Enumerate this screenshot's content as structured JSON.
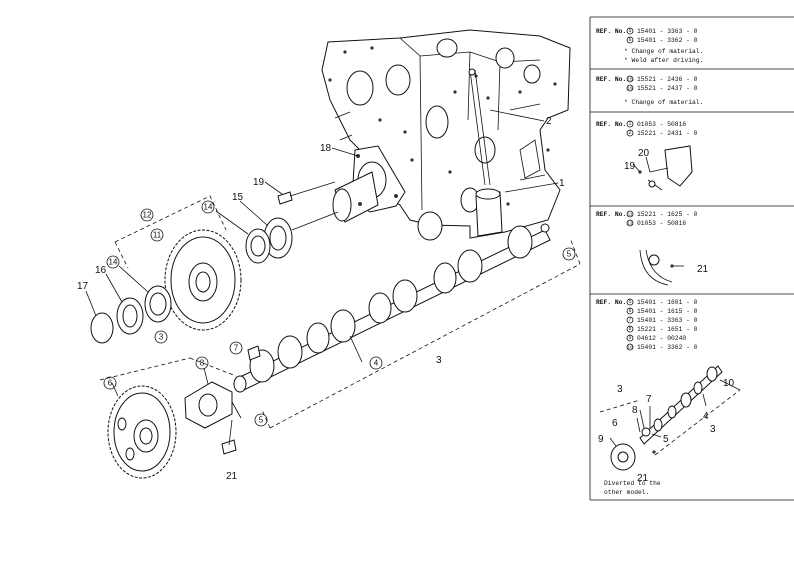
{
  "callouts": {
    "c1": "1",
    "c2": "2",
    "c3a": "3",
    "c3b": "3",
    "c4": "4",
    "c5": "5",
    "c5b": "5",
    "c6": "6",
    "c7": "7",
    "c8": "8",
    "c11": "11",
    "c12": "12",
    "c14a": "14",
    "c14b": "14",
    "c15": "15",
    "c16": "16",
    "c17": "17",
    "c18": "18",
    "c19": "19",
    "c21": "21"
  },
  "panels": {
    "p1": {
      "ref_label": "REF. No.",
      "lines": [
        {
          "num": "5",
          "code": "15401 - 3363 - 0"
        },
        {
          "num": "6",
          "code": "15401 - 3362 - 0"
        }
      ],
      "notes": [
        "* Change of material.",
        "* Weld after driving."
      ]
    },
    "p2": {
      "ref_label": "REF. No.",
      "lines": [
        {
          "num": "15",
          "code": "15521 - 2436 - 0"
        },
        {
          "num": "16",
          "code": "15521 - 2437 - 0"
        }
      ],
      "notes": [
        "* Change of material."
      ]
    },
    "p3": {
      "ref_label": "REF. No.",
      "lines": [
        {
          "num": "1",
          "code": "01053 - 50816"
        },
        {
          "num": "2",
          "code": "15221 - 2431 - 0"
        }
      ],
      "callouts": {
        "a": "19",
        "b": "20"
      }
    },
    "p4": {
      "ref_label": "REF. No.",
      "lines": [
        {
          "num": "11",
          "code": "15221 - 1625 - 0"
        },
        {
          "num": "12",
          "code": "01053 - 50816"
        }
      ],
      "callouts": {
        "a": "21"
      }
    },
    "p5": {
      "ref_label": "REF. No.",
      "lines": [
        {
          "num": "5",
          "code": "15401 - 1601 - 0"
        },
        {
          "num": "6",
          "code": "15401 - 1615 - 0"
        },
        {
          "num": "7",
          "code": "15401 - 3363 - 0"
        },
        {
          "num": "8",
          "code": "15221 - 1651 - 0"
        },
        {
          "num": "9",
          "code": "04612 - 00240"
        },
        {
          "num": "10",
          "code": "15401 - 3362 - 0"
        }
      ],
      "callouts": {
        "c3": "3",
        "c3b": "3",
        "c4": "4",
        "c5": "5",
        "c6": "6",
        "c7": "7",
        "c8": "8",
        "c9": "9",
        "c10": "10",
        "c21": "21"
      },
      "note_1": "Diverted to the",
      "note_2": "other model."
    }
  }
}
